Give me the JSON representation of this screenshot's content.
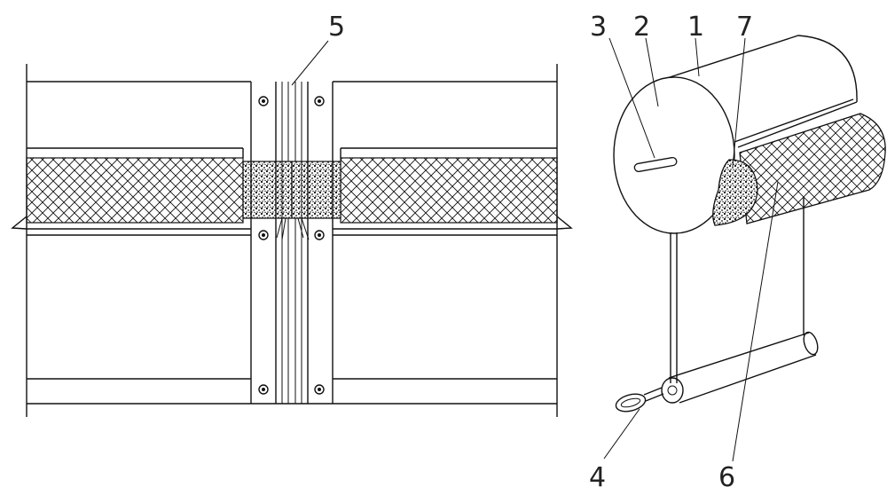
{
  "labels": {
    "l1": "1",
    "l2": "2",
    "l3": "3",
    "l4": "4",
    "l5": "5",
    "l6": "6",
    "l7": "7"
  },
  "colors": {
    "line": "#111111",
    "background": "#ffffff",
    "foam_dark": "#2a2a2a"
  }
}
